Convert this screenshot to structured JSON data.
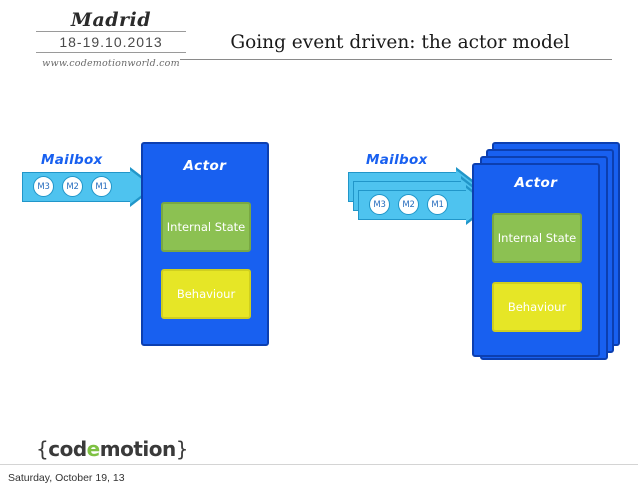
{
  "header": {
    "brand_city": "Madrid",
    "brand_date": "18-19.10.2013",
    "brand_url": "www.codemotionworld.com",
    "title": "Going event driven: the actor model"
  },
  "diagrams": [
    {
      "id": "single-actor",
      "mailbox_label": "Mailbox",
      "actor_label": "Actor",
      "internal_state_label": "Internal State",
      "behaviour_label": "Behaviour",
      "messages": [
        "M3",
        "M2",
        "M1"
      ],
      "stacked": false
    },
    {
      "id": "actor-pool",
      "mailbox_label": "Mailbox",
      "actor_label": "Actor",
      "internal_state_label": "Internal State",
      "behaviour_label": "Behaviour",
      "messages": [
        "M3",
        "M2",
        "M1"
      ],
      "stacked": true
    }
  ],
  "footer": {
    "logo_prefix": "{",
    "logo_part1": "cod",
    "logo_e": "e",
    "logo_part2": "motion",
    "logo_suffix": "}"
  },
  "bottom_bar": {
    "timestamp": "Saturday, October 19, 13"
  },
  "colors": {
    "actor_blue": "#1860f0",
    "actor_blue_border": "#0c3fb0",
    "state_green": "#8cc152",
    "behaviour_yellow": "#e6e626",
    "arrow_cyan": "#4ec3ef",
    "arrow_cyan_border": "#2196c9"
  }
}
